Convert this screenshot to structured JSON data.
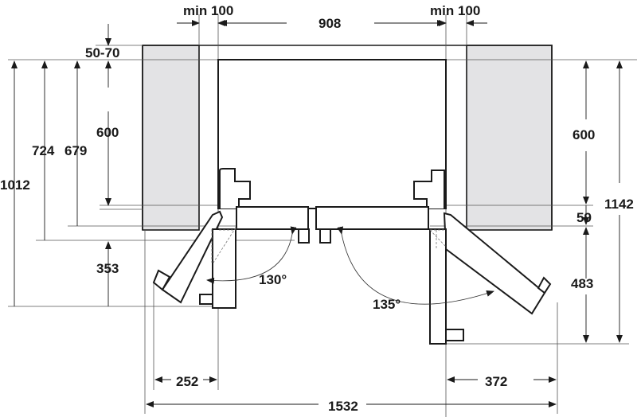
{
  "dimensions": {
    "min_left": "min 100",
    "width_top": "908",
    "min_right": "min 100",
    "gap_top": "50-70",
    "left_600": "600",
    "left_724": "724",
    "left_679": "679",
    "left_1012": "1012",
    "left_353": "353",
    "right_600": "600",
    "right_59": "59",
    "right_483": "483",
    "right_1142": "1142",
    "bottom_252": "252",
    "bottom_372": "372",
    "bottom_1532": "1532"
  },
  "angles": {
    "left": "130°",
    "right": "135°"
  },
  "colors": {
    "cabinet_fill": "#e3e3e5",
    "line": "#1a1a1a"
  }
}
